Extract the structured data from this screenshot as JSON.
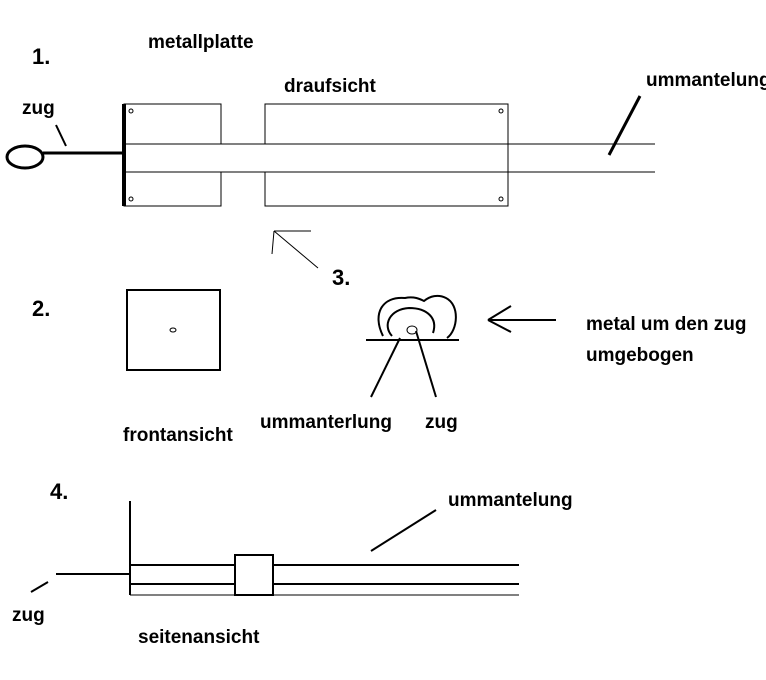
{
  "colors": {
    "ink": "#000000",
    "paper": "#ffffff"
  },
  "view1": {
    "number": "1.",
    "label_metallplatte": "metallplatte",
    "label_draufsicht": "draufsicht",
    "label_zug": "zug",
    "label_ummantelung": "ummantelung"
  },
  "view2": {
    "number": "2.",
    "label_frontansicht": "frontansicht"
  },
  "view3": {
    "number": "3.",
    "label_ummanterlung": "ummanterlung",
    "label_zug": "zug",
    "label_metal_line1": "metal um den zug",
    "label_metal_line2": "umgebogen"
  },
  "view4": {
    "number": "4.",
    "label_ummantelung": "ummantelung",
    "label_zug": "zug",
    "label_seitenansicht": "seitenansicht"
  }
}
